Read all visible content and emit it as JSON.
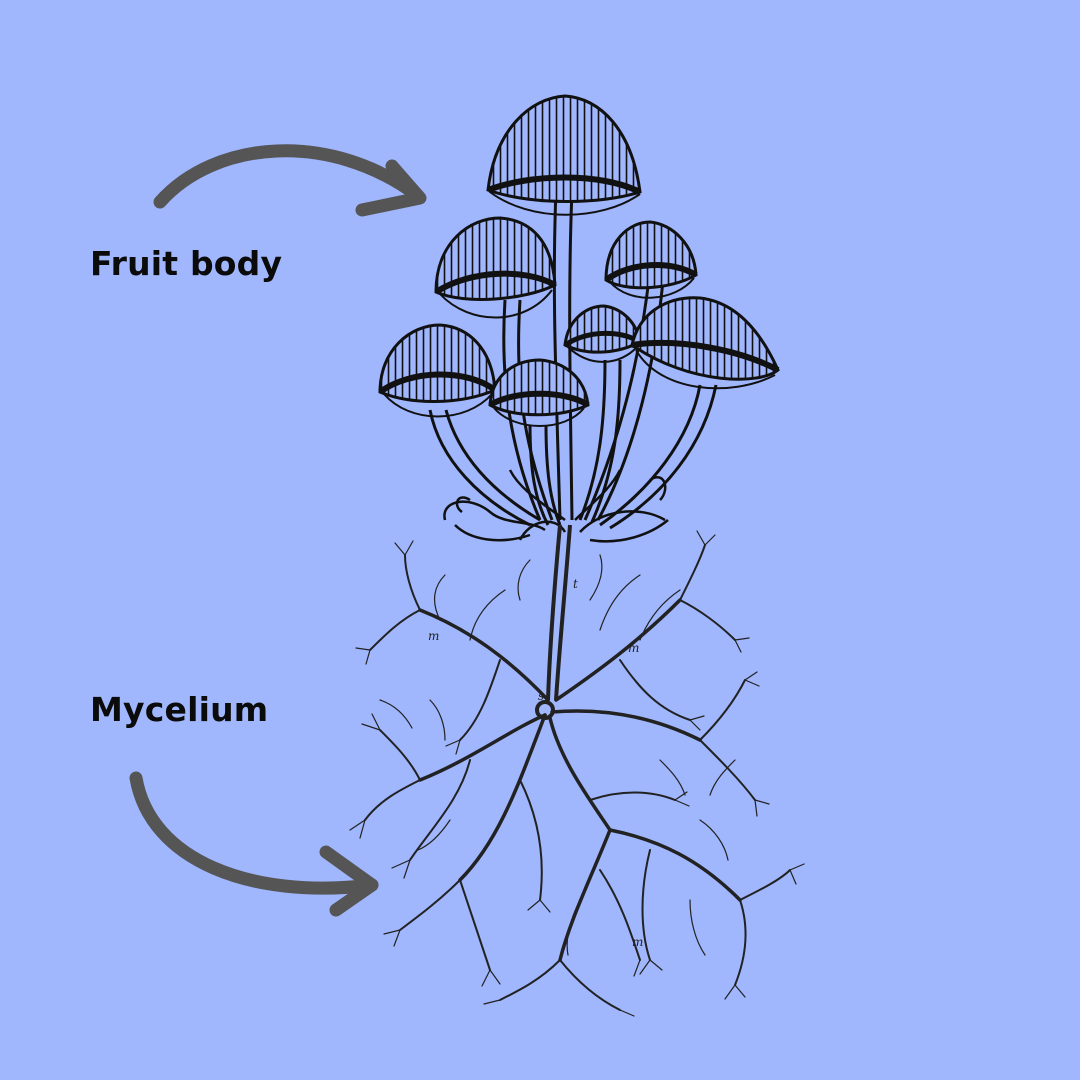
{
  "labels": {
    "fruit_body": "Fruit body",
    "mycelium": "Mycelium"
  },
  "annotations": {
    "stem_letter": "t",
    "spore_letter": "s",
    "mycelium_letter": "m"
  },
  "colors": {
    "background": "#a0b6fd",
    "arrow": "#555555",
    "ink": "#111111"
  },
  "icons": {
    "top_arrow": "curved-arrow-right-icon",
    "bottom_arrow": "curved-arrow-down-right-icon"
  }
}
